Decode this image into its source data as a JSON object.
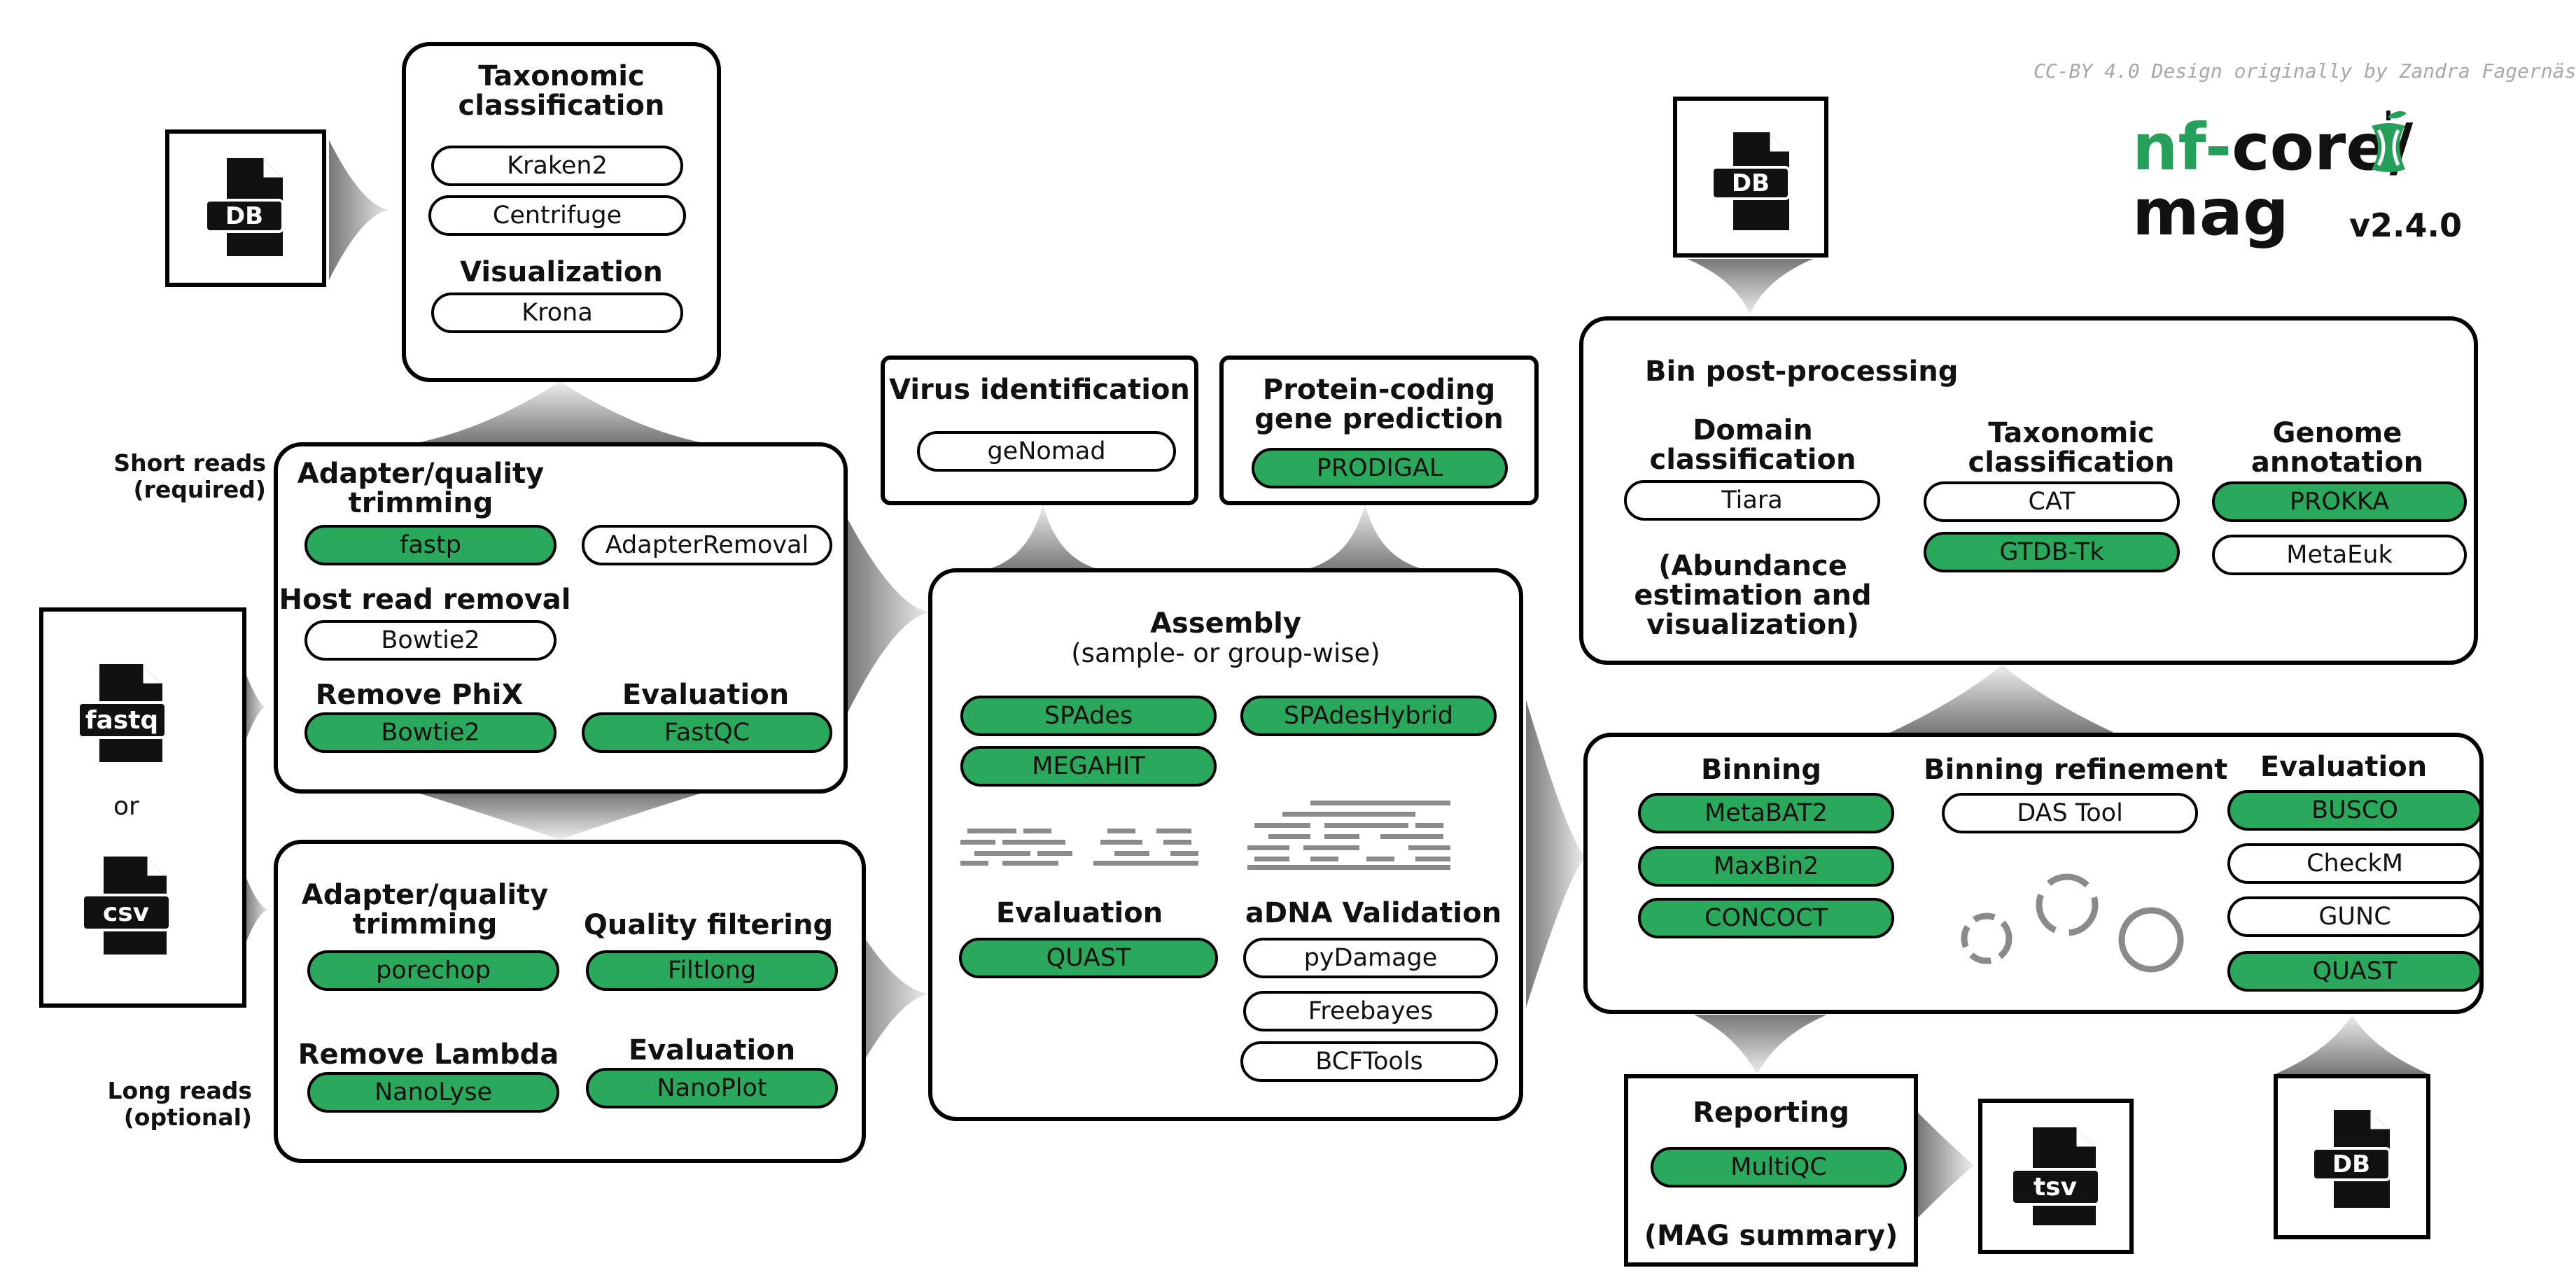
{
  "credit": "CC-BY 4.0 Design originally by Zandra Fagernäs",
  "brand": {
    "prefix": "nf-",
    "name": "core/",
    "sub": "mag",
    "version": "v2.4.0"
  },
  "colors": {
    "green": "#2aa85c",
    "brand_green": "#24a05a",
    "stroke": "#000000",
    "credit": "#a8a8a8"
  },
  "inputs": {
    "fastq": "fastq",
    "or": "or",
    "csv": "csv"
  },
  "db_label": "DB",
  "tsv_label": "tsv",
  "side_labels": {
    "short": [
      "Short reads",
      "(required)"
    ],
    "long": [
      "Long reads",
      "(optional)"
    ]
  },
  "taxonomic": {
    "title": [
      "Taxonomic",
      "classification"
    ],
    "items": [
      "Kraken2",
      "Centrifuge"
    ],
    "vis_title": "Visualization",
    "vis_items": [
      "Krona"
    ]
  },
  "short_reads": {
    "trim_title": [
      "Adapter/quality",
      "trimming"
    ],
    "trim_items": [
      "fastp",
      "AdapterRemoval"
    ],
    "host_title": "Host read removal",
    "host_items": [
      "Bowtie2"
    ],
    "phix_title": "Remove PhiX",
    "phix_items": [
      "Bowtie2"
    ],
    "eval_title": "Evaluation",
    "eval_items": [
      "FastQC"
    ]
  },
  "long_reads": {
    "trim_title": [
      "Adapter/quality",
      "trimming"
    ],
    "trim_items": [
      "porechop"
    ],
    "filter_title": "Quality filtering",
    "filter_items": [
      "Filtlong"
    ],
    "lambda_title": "Remove Lambda",
    "lambda_items": [
      "NanoLyse"
    ],
    "eval_title": "Evaluation",
    "eval_items": [
      "NanoPlot"
    ]
  },
  "virus": {
    "title": "Virus identification",
    "items": [
      "geNomad"
    ]
  },
  "protein": {
    "title": [
      "Protein-coding",
      "gene prediction"
    ],
    "items": [
      "PRODIGAL"
    ]
  },
  "assembly": {
    "title": "Assembly",
    "subtitle": "(sample- or group-wise)",
    "items_left": [
      "SPAdes",
      "MEGAHIT"
    ],
    "items_right": [
      "SPAdesHybrid"
    ],
    "eval_title": "Evaluation",
    "eval_items": [
      "QUAST"
    ],
    "adna_title": "aDNA Validation",
    "adna_items": [
      "pyDamage",
      "Freebayes",
      "BCFTools"
    ]
  },
  "post": {
    "title": "Bin post-processing",
    "domain_title": [
      "Domain",
      "classification"
    ],
    "domain_items": [
      "Tiara"
    ],
    "abundance": [
      "(Abundance",
      "estimation and",
      "visualization)"
    ],
    "tax_title": [
      "Taxonomic",
      "classification"
    ],
    "tax_items": [
      "CAT",
      "GTDB-Tk"
    ],
    "genome_title": [
      "Genome",
      "annotation"
    ],
    "genome_items": [
      "PROKKA",
      "MetaEuk"
    ]
  },
  "binning": {
    "title": "Binning",
    "items": [
      "MetaBAT2",
      "MaxBin2",
      "CONCOCT"
    ],
    "refine_title": "Binning refinement",
    "refine_items": [
      "DAS Tool"
    ],
    "eval_title": "Evaluation",
    "eval_items": [
      "BUSCO",
      "CheckM",
      "GUNC",
      "QUAST"
    ]
  },
  "reporting": {
    "title": "Reporting",
    "items": [
      "MultiQC"
    ],
    "summary": "(MAG summary)"
  }
}
